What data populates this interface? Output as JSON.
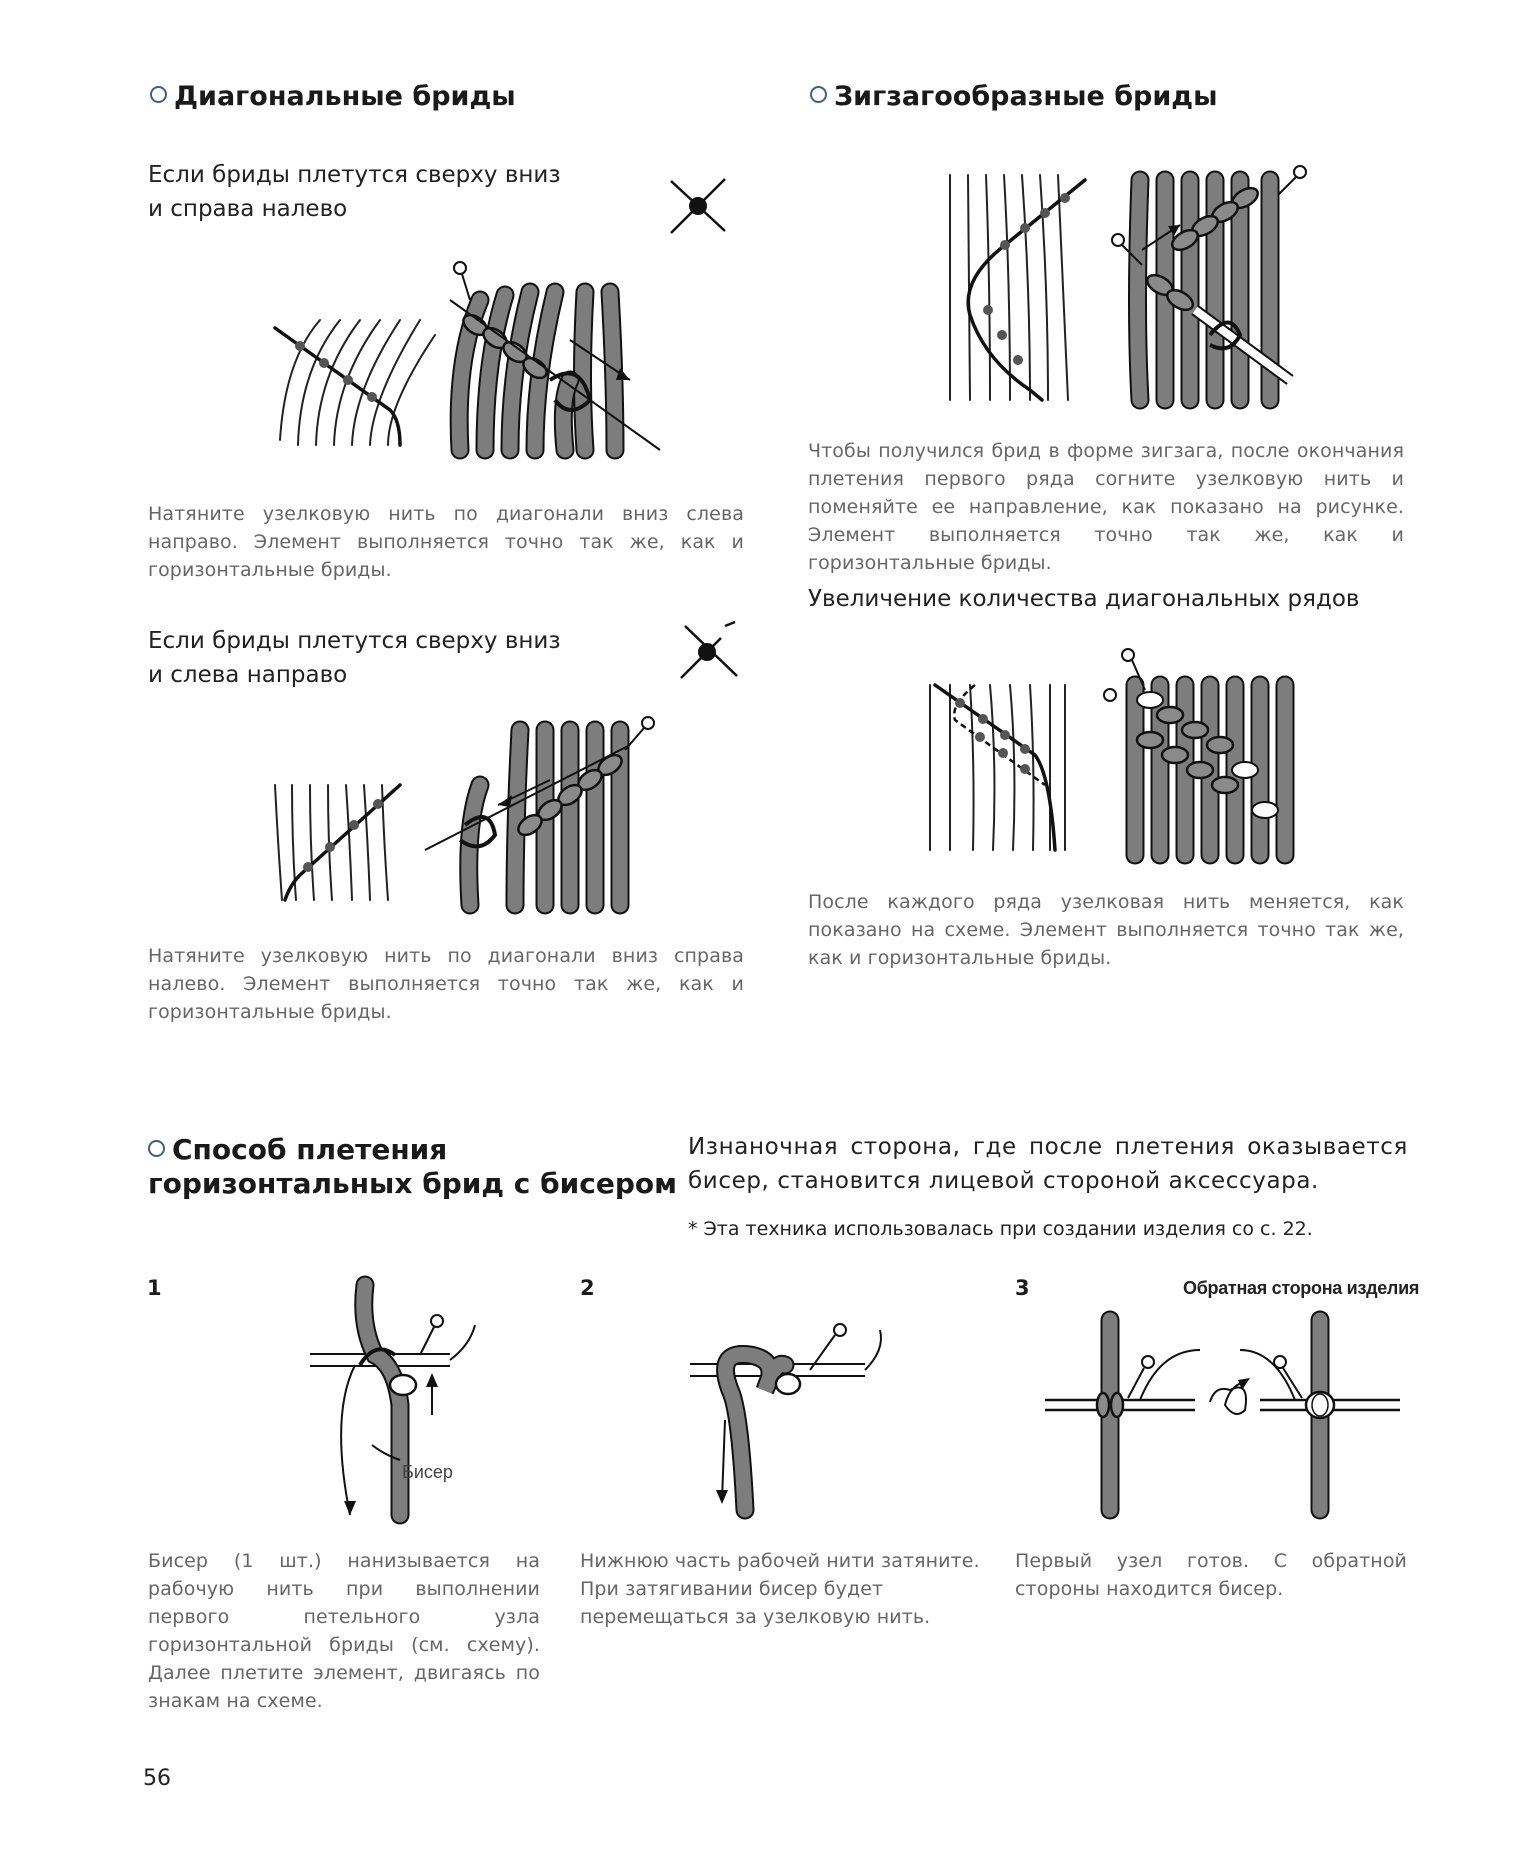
{
  "left_top": {
    "title": "Диагональные бриды",
    "sub1_line1": "Если бриды плетутся сверху вниз",
    "sub1_line2": "и справа налево",
    "text1": "Натяните узелковую нить по диагонали вниз слева направо. Элемент выполняется точно так же, как и горизонтальные бриды.",
    "sub2_line1": "Если бриды плетутся сверху вниз",
    "sub2_line2": "и слева направо",
    "text2": "Натяните узелковую нить по диагонали вниз справа налево. Элемент выполняется точно так же, как и горизонтальные бриды."
  },
  "right_top": {
    "title": "Зигзагообразные бриды",
    "text1": "Чтобы получился брид в форме зигзага, после окончания плетения первого ряда согните узелковую нить и поменяйте ее направление, как показано на рисунке. Элемент выполняется точно так же, как и горизонтальные бриды.",
    "sub": "Увеличение количества диагональных рядов",
    "text2": "После каждого ряда узелковая нить меняется, как показано на схеме. Элемент выполняется точно так же, как и горизонтальные бриды."
  },
  "bottom": {
    "title_line1": "Способ плетения",
    "title_line2": "горизонтальных брид с бисером",
    "lead": "Изнаночная сторона, где после плетения оказывается бисер, становится лицевой стороной аксессуара.",
    "note": "* Эта техника использовалась при создании изделия со с. 22.",
    "steps": [
      {
        "num": "1",
        "label": "Бисер",
        "text": "Бисер (1 шт.) нанизывается на рабочую нить при выполнении первого петельного узла горизонтальной бриды (см. схему). Далее плетите элемент, двигаясь по знакам на схеме."
      },
      {
        "num": "2",
        "text": "Нижнюю часть рабочей нити затяните. При затягивании бисер будет перемещаться за узелковую нить."
      },
      {
        "num": "3",
        "caption": "Обратная сторона изделия",
        "text": "Первый узел готов. С обратной стороны находится бисер."
      }
    ]
  },
  "page_number": "56",
  "colors": {
    "accent_ring": "#3f5f87",
    "cord_gray": "#7d7d7d",
    "body_text": "#666666"
  }
}
